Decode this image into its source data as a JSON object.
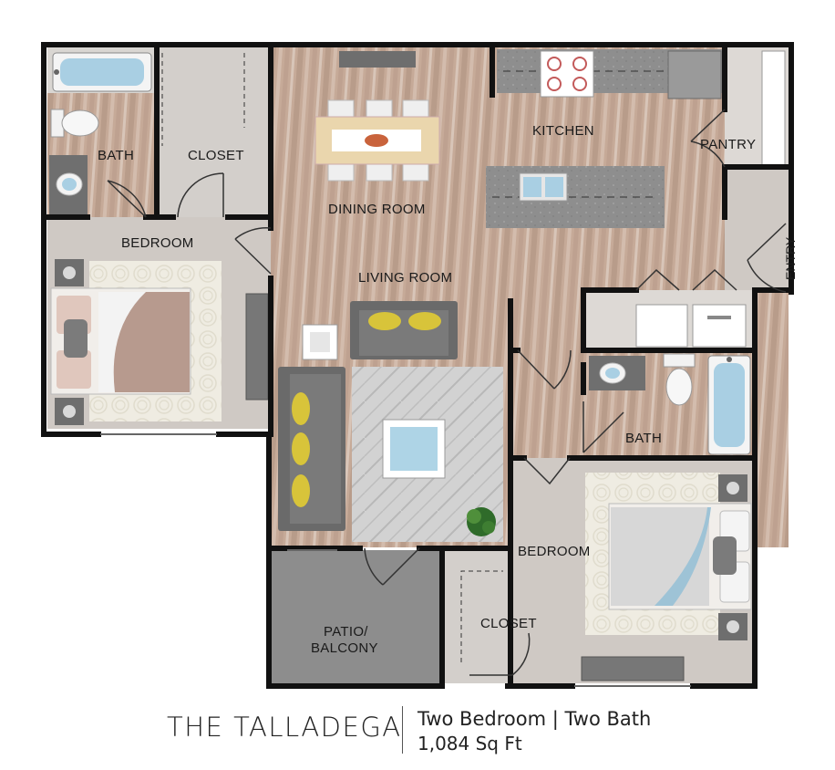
{
  "rooms": {
    "bath_1": "BATH",
    "closet_1": "CLOSET",
    "bedroom_1": "BEDROOM",
    "dining_room": "DINING ROOM",
    "kitchen": "KITCHEN",
    "pantry": "PANTRY",
    "living_room": "LIVING ROOM",
    "entry": "ENTRY",
    "bath_2": "BATH",
    "bedroom_2": "BEDROOM",
    "closet_2": "CLOSET",
    "patio_line1": "PATIO/",
    "patio_line2": "BALCONY"
  },
  "footer": {
    "plan_name": "THE TALLADEGA",
    "plan_type": "Two Bedroom | Two Bath",
    "plan_size": "1,084 Sq Ft"
  },
  "colors": {
    "wall": "#111111",
    "wood_floor": "#c3a593",
    "carpet": "#cfc9c4",
    "tile": "#d9d6d2",
    "patio": "#8d8d8d",
    "counter": "#8e8e8e",
    "pillow_yellow": "#d8c43a",
    "bedspread": "#b79a8e",
    "rug": "#d0d0d0"
  }
}
